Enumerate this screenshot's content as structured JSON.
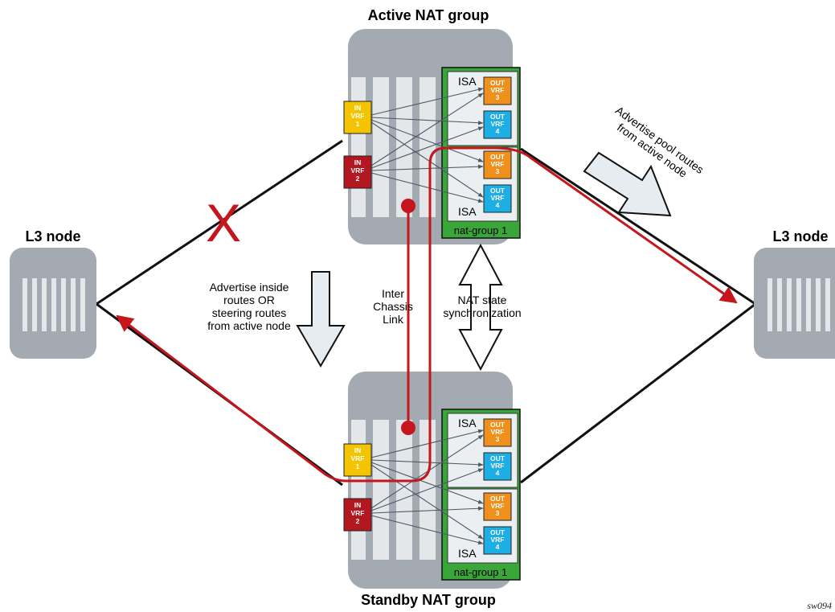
{
  "active_title": "Active NAT group",
  "standby_title": "Standby NAT group",
  "l3_left": "L3 node",
  "l3_right": "L3 node",
  "fail_mark": "X",
  "advertise_inside": [
    "Advertise inside",
    "routes OR",
    "steering routes",
    "from active node"
  ],
  "inter_chassis": [
    "Inter",
    "Chassis",
    "Link"
  ],
  "nat_sync": [
    "NAT state",
    "synchronization"
  ],
  "advertise_pool": [
    "Advertise pool routes",
    "from active node"
  ],
  "isa_label": "ISA",
  "nat_group_label": "nat-group 1",
  "in_vrf_1": [
    "IN",
    "VRF",
    "1"
  ],
  "in_vrf_2": [
    "IN",
    "VRF",
    "2"
  ],
  "out_vrf_3": [
    "OUT",
    "VRF",
    "3"
  ],
  "out_vrf_4": [
    "OUT",
    "VRF",
    "4"
  ],
  "figure_id": "sw094",
  "colors": {
    "chassis": "#a3aab2",
    "slot": "#e4e7ea",
    "nat_group": "#3aa63a",
    "isa_box": "#eceff1",
    "in_vrf_1": "#f5c400",
    "in_vrf_2": "#b3171f",
    "out_vrf_3": "#f0901c",
    "out_vrf_4": "#1eaee6",
    "traffic": "#c4161c",
    "arrow_fill": "#e5edf2"
  }
}
